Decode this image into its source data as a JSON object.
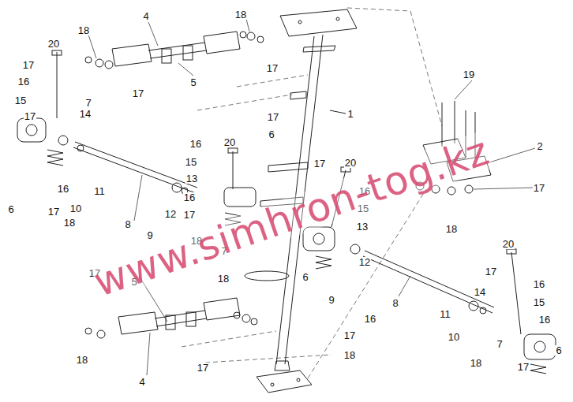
{
  "diagram": {
    "labels": [
      "18",
      "4",
      "17",
      "5",
      "18",
      "17",
      "20",
      "17",
      "16",
      "15",
      "7",
      "14",
      "17",
      "6",
      "16",
      "10",
      "11",
      "17",
      "18",
      "8",
      "12",
      "9",
      "20",
      "16",
      "17",
      "15",
      "6",
      "13",
      "16",
      "17",
      "18",
      "7",
      "1",
      "19",
      "2",
      "17",
      "18",
      "17",
      "20",
      "16",
      "15",
      "13",
      "6",
      "12",
      "9",
      "16",
      "17",
      "18",
      "8",
      "11",
      "10",
      "7",
      "20",
      "17",
      "14",
      "16",
      "15",
      "16",
      "6",
      "18",
      "17",
      "17",
      "5",
      "18",
      "18",
      "4",
      "17",
      "www.simhron-tog.kz"
    ]
  }
}
